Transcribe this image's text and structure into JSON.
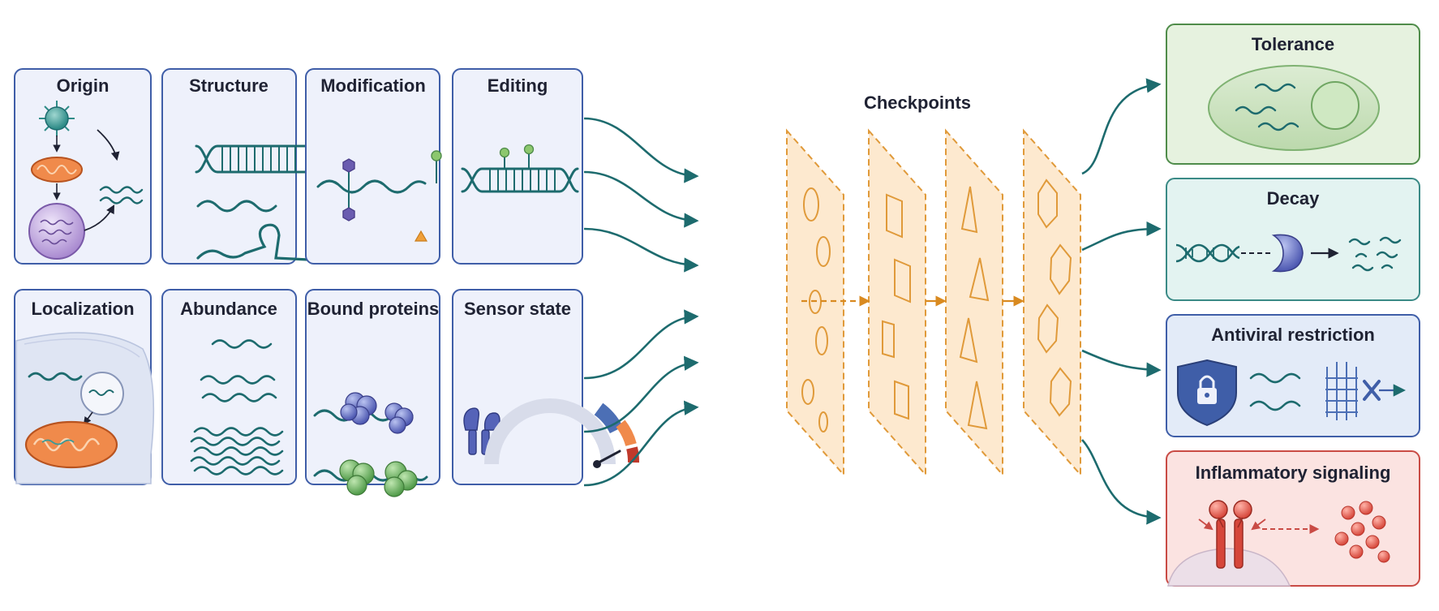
{
  "colors": {
    "panel_fill": "#eef1fb",
    "panel_stroke": "#3f5ea8",
    "teal": "#1d6b6e",
    "teal_light": "#3a9a98",
    "checkpoint_fill": "#fde9cf",
    "checkpoint_stroke": "#e09a3a",
    "tolerance_fill": "#e6f2df",
    "tolerance_stroke": "#4f8c4a",
    "decay_fill": "#e3f3f1",
    "decay_stroke": "#3a8a86",
    "antiviral_fill": "#e3ebf8",
    "antiviral_stroke": "#3f5ea8",
    "inflammatory_fill": "#fbe3e1",
    "inflammatory_stroke": "#c94b45"
  },
  "inputs": [
    {
      "id": "origin",
      "title": "Origin"
    },
    {
      "id": "structure",
      "title": "Structure"
    },
    {
      "id": "modification",
      "title": "Modification"
    },
    {
      "id": "editing",
      "title": "Editing"
    },
    {
      "id": "localization",
      "title": "Localization"
    },
    {
      "id": "abundance",
      "title": "Abundance"
    },
    {
      "id": "bound-proteins",
      "title": "Bound proteins"
    },
    {
      "id": "sensor-state",
      "title": "Sensor state"
    }
  ],
  "checkpoints": {
    "title": "Checkpoints",
    "shapes": [
      "oval",
      "rectangle",
      "triangle",
      "hexagon"
    ]
  },
  "outcomes": [
    {
      "id": "tolerance",
      "title": "Tolerance"
    },
    {
      "id": "decay",
      "title": "Decay"
    },
    {
      "id": "antiviral-restriction",
      "title": "Antiviral restriction"
    },
    {
      "id": "inflammatory-signaling",
      "title": "Inflammatory signaling"
    }
  ],
  "icons": [
    "virus-icon",
    "mitochondrion-icon",
    "nucleus-icon",
    "rna-strand-icon",
    "dna-helix-icon",
    "stem-loop-icon",
    "modification-marks-icon",
    "protein-complex-icon",
    "receptor-icon",
    "gauge-icon",
    "shield-lock-icon",
    "nuclease-icon",
    "cell-icon",
    "cytokine-icon"
  ]
}
